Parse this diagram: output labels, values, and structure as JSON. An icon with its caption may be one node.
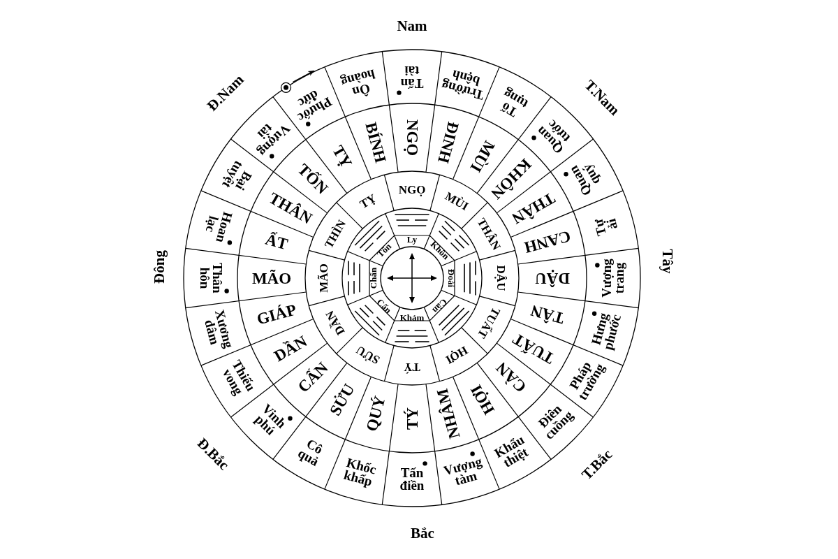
{
  "diagram": {
    "nodes": [
      {
        "text": [
          "Tấn tài"
        ]
      },
      {
        "text": [
          "Trường bệnh"
        ]
      },
      {
        "text": [
          "Tố tụng"
        ]
      },
      {
        "text": [
          "Quan tước"
        ]
      },
      {
        "text": [
          "Quan quý"
        ]
      },
      {
        "text": [
          "Tự ải"
        ]
      },
      {
        "text": [
          "Vượng trang"
        ]
      },
      {
        "text": [
          "Hưng phước"
        ]
      },
      {
        "text": [
          "Pháp trường"
        ]
      },
      {
        "text": [
          "Điên cuồng"
        ]
      },
      {
        "text": [
          "Khẩu thiệt"
        ]
      },
      {
        "text": [
          "Vượng tàm"
        ]
      },
      {
        "text": [
          "Tấn điền"
        ]
      },
      {
        "text": [
          "Khốc khấp"
        ]
      },
      {
        "text": [
          "Cô quả"
        ]
      },
      {
        "text": [
          "Vinh phú"
        ]
      },
      {
        "text": [
          "Thiếu vong"
        ]
      },
      {
        "text": [
          "Xương dâm"
        ]
      },
      {
        "text": [
          "Thân hôn"
        ]
      },
      {
        "text": [
          "Hoan lạc"
        ]
      },
      {
        "text": [
          "Bại tuyệt"
        ]
      },
      {
        "text": [
          "Vượng tài"
        ]
      },
      {
        "text": [
          "Phước đức"
        ]
      },
      {
        "text": [
          "Ôn hoàng"
        ]
      },
      {
        "text": [
          "NGỌ"
        ]
      },
      {
        "text": [
          "ĐINH"
        ]
      },
      {
        "text": [
          "MÙI"
        ]
      },
      {
        "text": [
          "KHÔN"
        ]
      },
      {
        "text": [
          "THÂN"
        ]
      },
      {
        "text": [
          "CANH"
        ]
      },
      {
        "text": [
          "DẬU"
        ]
      },
      {
        "text": [
          "TÂN"
        ]
      },
      {
        "text": [
          "TUẤT"
        ]
      },
      {
        "text": [
          "CÀN"
        ]
      },
      {
        "text": [
          "HỢI"
        ]
      },
      {
        "text": [
          "NHÂM"
        ]
      },
      {
        "text": [
          "TÝ"
        ]
      },
      {
        "text": [
          "QUÝ"
        ]
      },
      {
        "text": [
          "SỬU"
        ]
      },
      {
        "text": [
          "CẤN"
        ]
      },
      {
        "text": [
          "DẦN"
        ]
      },
      {
        "text": [
          "GIÁP"
        ]
      },
      {
        "text": [
          "MÃO"
        ]
      },
      {
        "text": [
          "ẤT"
        ]
      },
      {
        "text": [
          "THÂN"
        ]
      },
      {
        "text": [
          "TỐN"
        ]
      },
      {
        "text": [
          "TỴ"
        ]
      },
      {
        "text": [
          "BÍNH"
        ]
      },
      {
        "text": [
          "NGỌ"
        ]
      },
      {
        "text": [
          "MÙI"
        ]
      },
      {
        "text": [
          "THÂN"
        ]
      },
      {
        "text": [
          "DẬU"
        ]
      },
      {
        "text": [
          "TUẤT"
        ]
      },
      {
        "text": [
          "HỢI"
        ]
      },
      {
        "text": [
          "TÝ"
        ]
      },
      {
        "text": [
          "SỬU"
        ]
      },
      {
        "text": [
          "DẦN"
        ]
      },
      {
        "text": [
          "MÃO"
        ]
      },
      {
        "text": [
          "THÌN"
        ]
      },
      {
        "text": [
          "TỴ"
        ]
      },
      {
        "text": [
          "Ly"
        ]
      },
      {
        "text": [
          "Khôn"
        ]
      },
      {
        "text": [
          "Đoài"
        ]
      },
      {
        "text": [
          "Càn"
        ]
      },
      {
        "text": [
          "Khảm"
        ]
      },
      {
        "text": [
          "Cấn"
        ]
      },
      {
        "text": [
          "Chấn"
        ]
      },
      {
        "text": [
          "Tốn"
        ]
      }
    ],
    "labels": [
      "Nam",
      "Đ.Nam",
      "T.Nam",
      "Đông",
      "Tây",
      "Đ.Bắc",
      "T.Bắc",
      "Bắc"
    ]
  }
}
